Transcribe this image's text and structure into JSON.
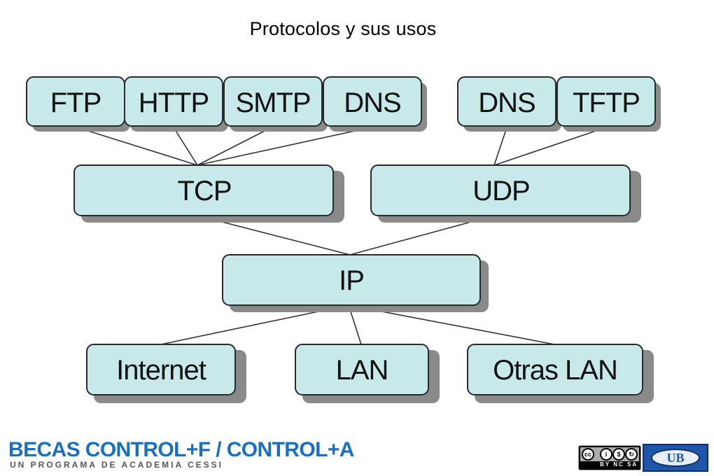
{
  "title": "Protocolos y sus usos",
  "diagram": {
    "application": [
      "FTP",
      "HTTP",
      "SMTP",
      "DNS",
      "DNS",
      "TFTP"
    ],
    "transport": [
      "TCP",
      "UDP"
    ],
    "network": [
      "IP"
    ],
    "links": [
      "Internet",
      "LAN",
      "Otras LAN"
    ]
  },
  "colors": {
    "box_fill": "#c7e9e9",
    "box_border": "#2a2a2a",
    "brand": "#1b6fc0"
  },
  "footer": {
    "brand": "BECAS CONTROL+F / CONTROL+A",
    "subtitle": "UN PROGRAMA DE ACADEMIA CESSI",
    "license_label": "BY NC SA",
    "logo_text": "UB"
  }
}
